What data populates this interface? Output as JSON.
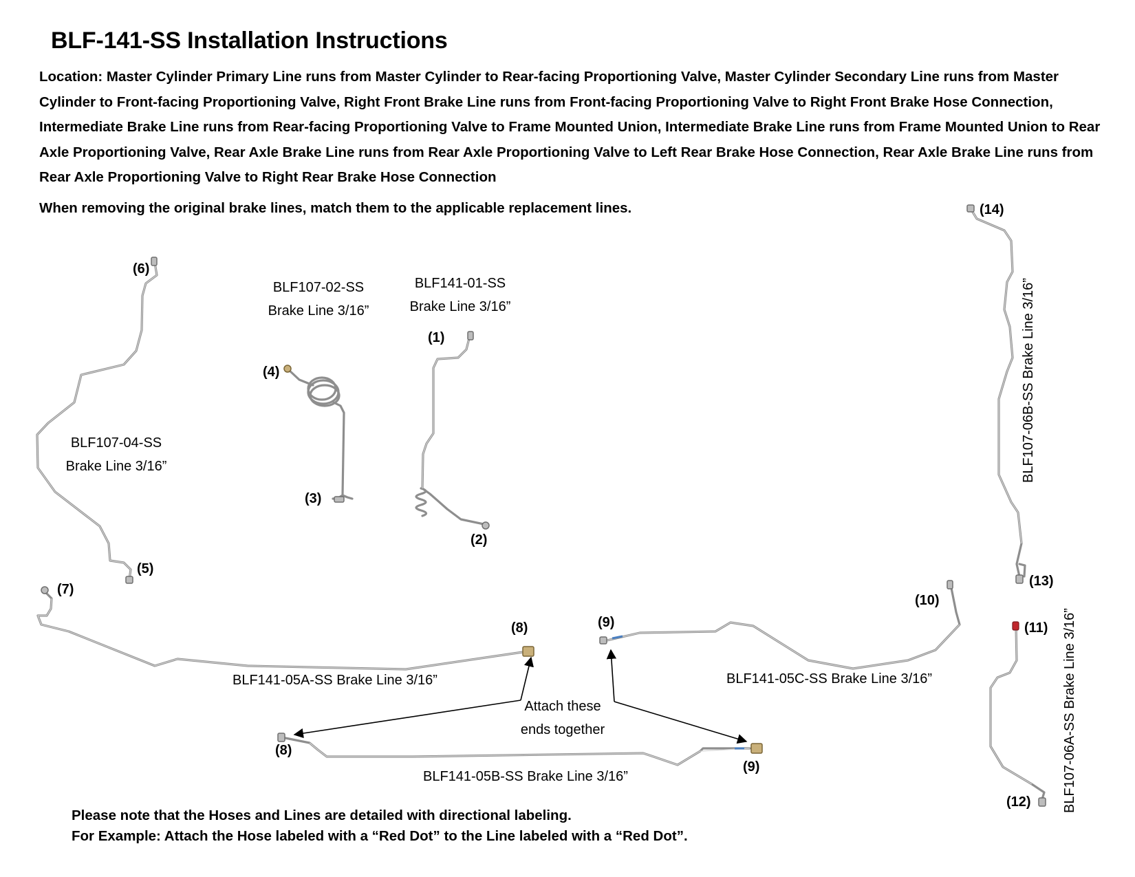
{
  "title": "BLF-141-SS Installation Instructions",
  "location": "Location: Master Cylinder Primary Line runs from Master Cylinder to Rear-facing Proportioning Valve, Master Cylinder Secondary Line runs from Master Cylinder to Front-facing Proportioning Valve, Right Front Brake Line runs from Front-facing Proportioning Valve to Right Front Brake Hose Connection, Intermediate Brake Line runs from Rear-facing Proportioning Valve to Frame Mounted Union, Intermediate Brake Line runs from Frame Mounted Union to Rear Axle Proportioning Valve, Rear Axle Brake Line runs from Rear Axle Proportioning Valve to Left Rear Brake Hose Connection, Rear Axle Brake Line runs from Rear Axle Proportioning Valve to Right Rear Brake Hose Connection",
  "instruction": "When removing the original brake lines, match them to the applicable replacement lines.",
  "lines": {
    "blf107_04": {
      "part": "BLF107-04-SS",
      "spec": "Brake Line 3/16”"
    },
    "blf107_02": {
      "part": "BLF107-02-SS",
      "spec": "Brake Line 3/16”"
    },
    "blf141_01": {
      "part": "BLF141-01-SS",
      "spec": "Brake Line 3/16”"
    },
    "blf107_06b": "BLF107-06B-SS Brake Line 3/16”",
    "blf107_06a": "BLF107-06A-SS Brake Line 3/16”",
    "blf141_05a": "BLF141-05A-SS Brake Line 3/16”",
    "blf141_05b": "BLF141-05B-SS Brake Line 3/16”",
    "blf141_05c": "BLF141-05C-SS Brake Line 3/16”"
  },
  "attach": {
    "line1": "Attach these",
    "line2": "ends together"
  },
  "endpoints": {
    "e1": "(1)",
    "e2": "(2)",
    "e3": "(3)",
    "e4": "(4)",
    "e5": "(5)",
    "e6": "(6)",
    "e7": "(7)",
    "e8a": "(8)",
    "e8b": "(8)",
    "e9a": "(9)",
    "e9b": "(9)",
    "e10": "(10)",
    "e11": "(11)",
    "e12": "(12)",
    "e13": "(13)",
    "e14": "(14)"
  },
  "note": {
    "line1": "Please note that the Hoses and Lines are detailed with directional labeling.",
    "line2": "For Example: Attach the Hose labeled with a “Red Dot” to the Line labeled with a “Red Dot”."
  },
  "colors": {
    "tube": "#8e8e8e",
    "brass_fitting": "#c9b07a",
    "red_dot": "#c0272d"
  }
}
